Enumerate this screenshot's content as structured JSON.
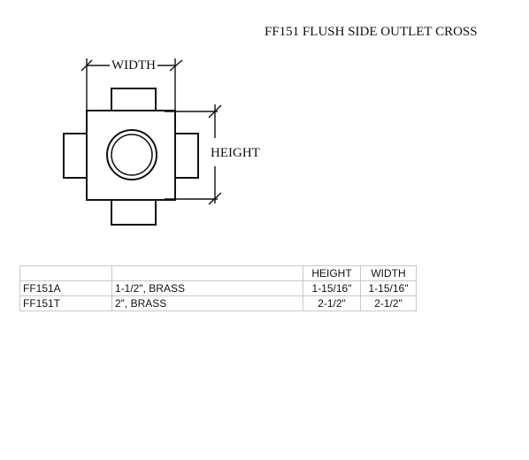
{
  "title": "FF151 FLUSH SIDE OUTLET CROSS",
  "drawing": {
    "width_label": "WIDTH",
    "height_label": "HEIGHT"
  },
  "table": {
    "headers": [
      "",
      "",
      "HEIGHT",
      "WIDTH"
    ],
    "rows": [
      [
        "FF151A",
        "1-1/2\", BRASS",
        "1-15/16\"",
        "1-15/16\""
      ],
      [
        "FF151T",
        "2\", BRASS",
        "2-1/2\"",
        "2-1/2\""
      ]
    ]
  }
}
